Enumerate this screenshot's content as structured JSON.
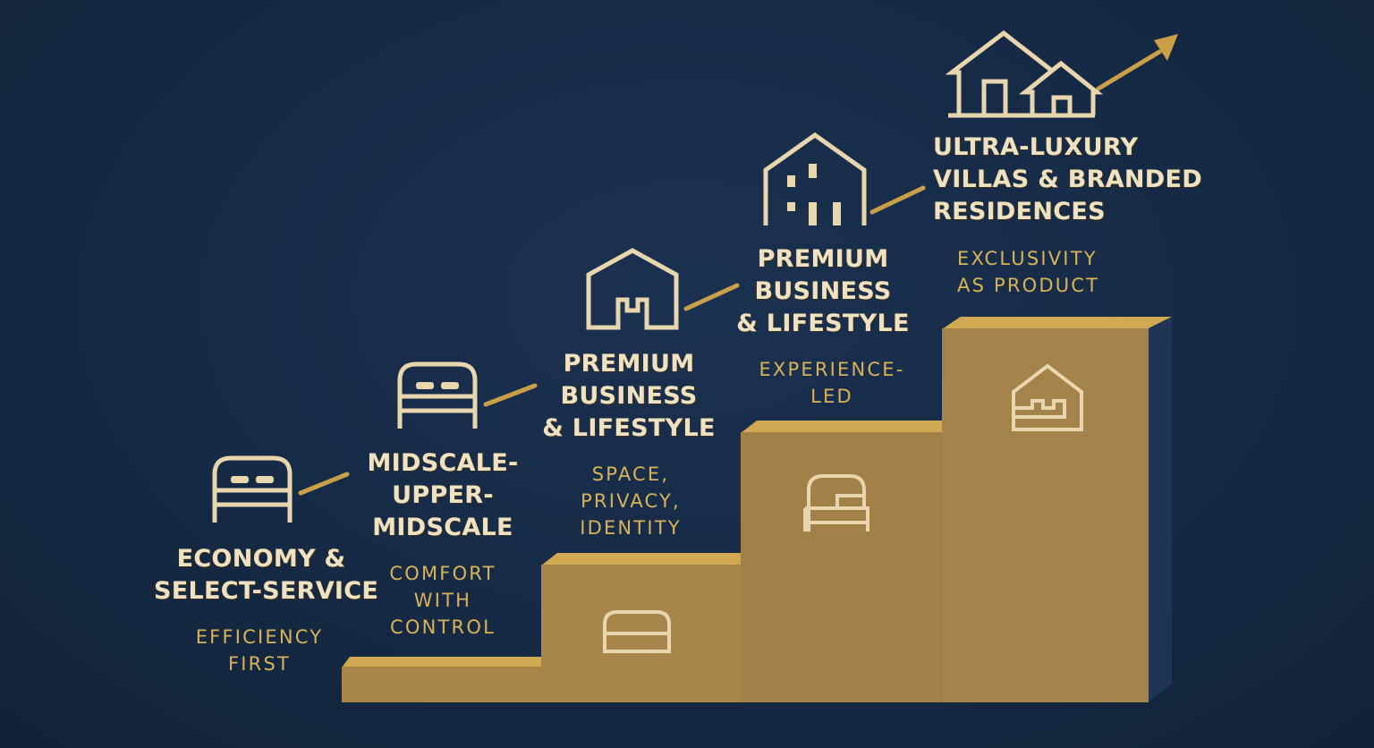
{
  "diagram": {
    "type": "ascending-staircase",
    "colors": {
      "background": "#162a45",
      "block_face": "#a5834a",
      "block_top": "#d1a953",
      "block_side": "#1e3554",
      "title_text": "#efe2c2",
      "subtitle_text": "#d9b357",
      "connector": "#c9a048",
      "icon_stroke": "#e8d6ae"
    },
    "tiers": [
      {
        "level": 1,
        "icon": "bed-icon",
        "title_lines": [
          "ECONOMY &",
          "SELECT-SERVICE"
        ],
        "subtitle_lines": [
          "EFFICIENCY",
          "FIRST"
        ],
        "block_icon": ""
      },
      {
        "level": 2,
        "icon": "bed-icon",
        "title_lines": [
          "MIDSCALE-",
          "UPPER-",
          "MIDSCALE"
        ],
        "subtitle_lines": [
          "COMFORT",
          "WITH",
          "CONTROL"
        ],
        "block_icon": "bed-icon"
      },
      {
        "level": 3,
        "icon": "house-icon",
        "title_lines": [
          "PREMIUM",
          "BUSINESS",
          "& LIFESTYLE"
        ],
        "subtitle_lines": [
          "SPACE,",
          "PRIVACY,",
          "IDENTITY"
        ],
        "block_icon": "bed-icon"
      },
      {
        "level": 4,
        "icon": "building-icon",
        "title_lines": [
          "PREMIUM",
          "BUSINESS",
          "& LIFESTYLE"
        ],
        "subtitle_lines": [
          "EXPERIENCE-",
          "LED"
        ],
        "block_icon": "house-icon"
      },
      {
        "level": 5,
        "icon": "villas-with-growth-arrow-icon",
        "title_lines": [
          "ULTRA-LUXURY",
          "VILLAS & BRANDED",
          "RESIDENCES"
        ],
        "subtitle_lines": [
          "EXCLUSIVITY",
          "AS PRODUCT"
        ],
        "block_icon": ""
      }
    ]
  }
}
